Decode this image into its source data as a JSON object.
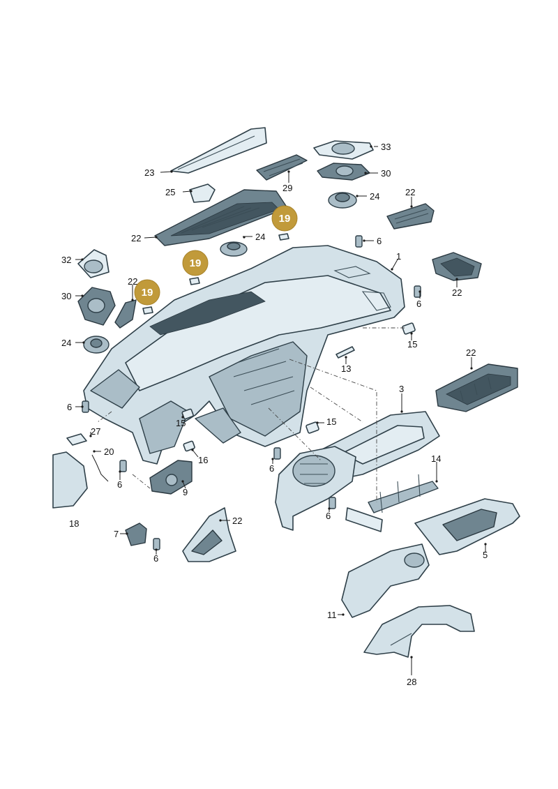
{
  "labels": {
    "p1": "1",
    "p3": "3",
    "p5": "5",
    "p6a": "6",
    "p6b": "6",
    "p6c": "6",
    "p6d": "6",
    "p6e": "6",
    "p6f": "6",
    "p6g": "6",
    "p7": "7",
    "p9": "9",
    "p11": "11",
    "p13": "13",
    "p14": "14",
    "p15a": "15",
    "p15b": "15",
    "p15c": "15",
    "p16": "16",
    "p18": "18",
    "p20": "20",
    "p22a": "22",
    "p22b": "22",
    "p22c": "22",
    "p22d": "22",
    "p22e": "22",
    "p22f": "22",
    "p23": "23",
    "p24a": "24",
    "p24b": "24",
    "p24c": "24",
    "p25": "25",
    "p27": "27",
    "p28": "28",
    "p29": "29",
    "p30a": "30",
    "p30b": "30",
    "p32": "32",
    "p33": "33"
  },
  "badges": {
    "b1": "19",
    "b2": "19",
    "b3": "19"
  },
  "colors": {
    "badge": "#c19a3a",
    "part": "#d3e1e8"
  }
}
